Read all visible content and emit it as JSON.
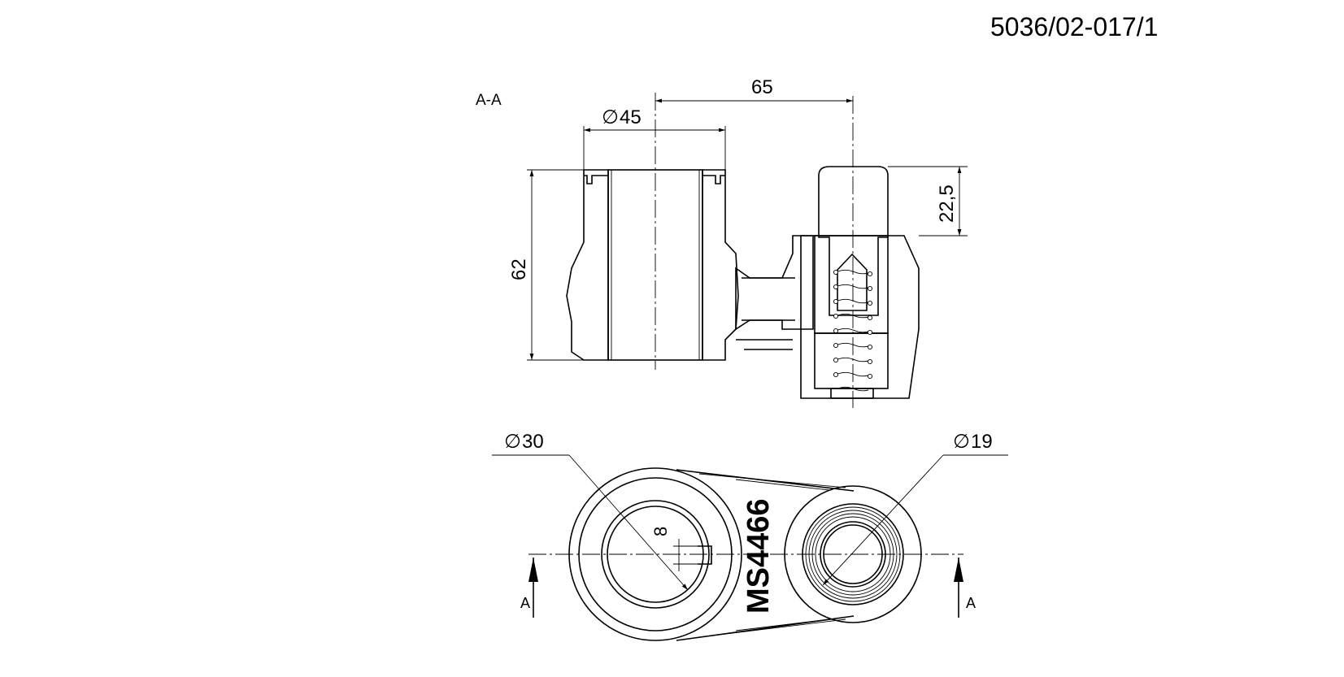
{
  "drawing": {
    "part_number": "5036/02-017/1",
    "section_label": "A-A",
    "dimensions": {
      "center_distance": "65",
      "bore_diameter": "45",
      "height": "62",
      "pin_length": "22,5",
      "outer_diameter": "30",
      "small_diameter": "19",
      "key_width": "8"
    },
    "diameter_symbol": "∅",
    "stamp_text": "MS4466",
    "section_marker": "A"
  }
}
